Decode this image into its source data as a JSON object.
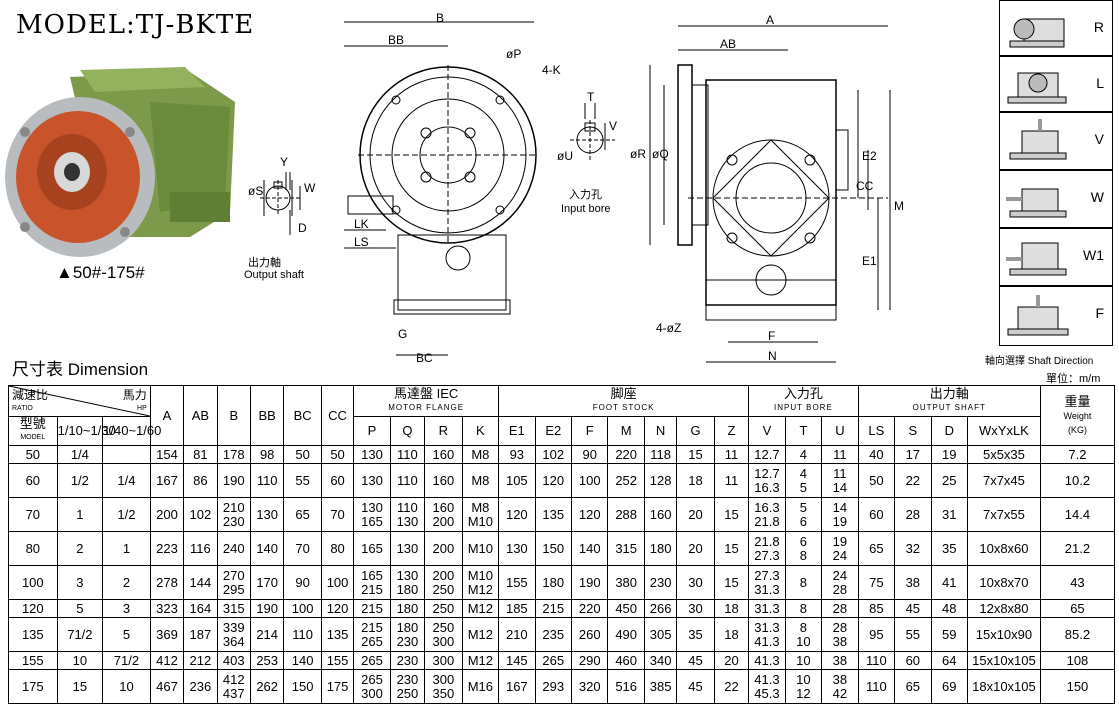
{
  "model_title": "MODEL:TJ-BKTE",
  "photo_caption": "▲50#-175#",
  "output_shaft": {
    "cn": "出力軸",
    "en": "Output shaft"
  },
  "input_bore": {
    "cn": "入力孔",
    "en": "Input bore"
  },
  "shaft_direction_caption": "軸向選擇  Shaft Direction",
  "directions": [
    "R",
    "L",
    "V",
    "W",
    "W1",
    "F"
  ],
  "dim_labels": [
    "B",
    "BB",
    "øP",
    "4-K",
    "ø",
    "LK",
    "LS",
    "G",
    "BC",
    "Y",
    "øS",
    "W",
    "D",
    "T",
    "V",
    "øU",
    "A",
    "AB",
    "øR",
    "øQ",
    "E2",
    "CC",
    "M",
    "E1",
    "F",
    "N",
    "4-øZ"
  ],
  "dimension_title": "尺寸表  Dimension",
  "unit": "單位：m/m",
  "table": {
    "ratio_cn": "減速比",
    "ratio_en": "RATIO",
    "hp_cn": "馬力",
    "hp_en": "HP",
    "model_cn": "型號",
    "model_en": "MODEL",
    "ratio_cols": [
      "1/10~1/30",
      "1/40~1/60"
    ],
    "simple_cols": [
      "A",
      "AB",
      "B",
      "BB",
      "BC",
      "CC"
    ],
    "motor_flange_cn": "馬達盤 IEC",
    "motor_flange_en": "MOTOR FLANGE",
    "motor_flange_cols": [
      "P",
      "Q",
      "R",
      "K"
    ],
    "foot_stock_cn": "脚座",
    "foot_stock_en": "FOOT STOCK",
    "foot_stock_cols": [
      "E1",
      "E2",
      "F",
      "M",
      "N",
      "G",
      "Z"
    ],
    "input_bore_cn": "入力孔",
    "input_bore_en": "INPUT BORE",
    "input_bore_cols": [
      "V",
      "T",
      "U"
    ],
    "output_shaft_cn": "出力軸",
    "output_shaft_en": "OUTPUT SHAFT",
    "output_shaft_cols": [
      "LS",
      "S",
      "D",
      "WxYxLK"
    ],
    "weight_cn": "重量",
    "weight_en": "Weight",
    "weight_unit": "(KG)",
    "rows": [
      {
        "model": "50",
        "hp1": "1/4",
        "hp2": "",
        "A": "154",
        "AB": "81",
        "B": [
          "178"
        ],
        "BB": "98",
        "BC": "50",
        "CC": "50",
        "P": [
          "130"
        ],
        "Q": [
          "110"
        ],
        "R": [
          "160"
        ],
        "K": [
          "M8"
        ],
        "E1": "93",
        "E2": "102",
        "F": "90",
        "M": "220",
        "N": "118",
        "G": "15",
        "Z": "11",
        "V": [
          "12.7"
        ],
        "T": [
          "4"
        ],
        "U": [
          "11"
        ],
        "LS": "40",
        "S": "17",
        "D": "19",
        "WYLK": "5x5x35",
        "kg": "7.2"
      },
      {
        "model": "60",
        "hp1": "1/2",
        "hp2": "1/4",
        "A": "167",
        "AB": "86",
        "B": [
          "190"
        ],
        "BB": "110",
        "BC": "55",
        "CC": "60",
        "P": [
          "130"
        ],
        "Q": [
          "110"
        ],
        "R": [
          "160"
        ],
        "K": [
          "M8"
        ],
        "E1": "105",
        "E2": "120",
        "F": "100",
        "M": "252",
        "N": "128",
        "G": "18",
        "Z": "11",
        "V": [
          "12.7",
          "16.3"
        ],
        "T": [
          "4",
          "5"
        ],
        "U": [
          "11",
          "14"
        ],
        "LS": "50",
        "S": "22",
        "D": "25",
        "WYLK": "7x7x45",
        "kg": "10.2"
      },
      {
        "model": "70",
        "hp1": "1",
        "hp2": "1/2",
        "A": "200",
        "AB": "102",
        "B": [
          "210",
          "230"
        ],
        "BB": "130",
        "BC": "65",
        "CC": "70",
        "P": [
          "130",
          "165"
        ],
        "Q": [
          "110",
          "130"
        ],
        "R": [
          "160",
          "200"
        ],
        "K": [
          "M8",
          "M10"
        ],
        "E1": "120",
        "E2": "135",
        "F": "120",
        "M": "288",
        "N": "160",
        "G": "20",
        "Z": "15",
        "V": [
          "16.3",
          "21.8"
        ],
        "T": [
          "5",
          "6"
        ],
        "U": [
          "14",
          "19"
        ],
        "LS": "60",
        "S": "28",
        "D": "31",
        "WYLK": "7x7x55",
        "kg": "14.4"
      },
      {
        "model": "80",
        "hp1": "2",
        "hp2": "1",
        "A": "223",
        "AB": "116",
        "B": [
          "240"
        ],
        "BB": "140",
        "BC": "70",
        "CC": "80",
        "P": [
          "165"
        ],
        "Q": [
          "130"
        ],
        "R": [
          "200"
        ],
        "K": [
          "M10"
        ],
        "E1": "130",
        "E2": "150",
        "F": "140",
        "M": "315",
        "N": "180",
        "G": "20",
        "Z": "15",
        "V": [
          "21.8",
          "27.3"
        ],
        "T": [
          "6",
          "8"
        ],
        "U": [
          "19",
          "24"
        ],
        "LS": "65",
        "S": "32",
        "D": "35",
        "WYLK": "10x8x60",
        "kg": "21.2"
      },
      {
        "model": "100",
        "hp1": "3",
        "hp2": "2",
        "A": "278",
        "AB": "144",
        "B": [
          "270",
          "295"
        ],
        "BB": "170",
        "BC": "90",
        "CC": "100",
        "P": [
          "165",
          "215"
        ],
        "Q": [
          "130",
          "180"
        ],
        "R": [
          "200",
          "250"
        ],
        "K": [
          "M10",
          "M12"
        ],
        "E1": "155",
        "E2": "180",
        "F": "190",
        "M": "380",
        "N": "230",
        "G": "30",
        "Z": "15",
        "V": [
          "27.3",
          "31.3"
        ],
        "T": [
          "8"
        ],
        "U": [
          "24",
          "28"
        ],
        "LS": "75",
        "S": "38",
        "D": "41",
        "WYLK": "10x8x70",
        "kg": "43"
      },
      {
        "model": "120",
        "hp1": "5",
        "hp2": "3",
        "A": "323",
        "AB": "164",
        "B": [
          "315"
        ],
        "BB": "190",
        "BC": "100",
        "CC": "120",
        "P": [
          "215"
        ],
        "Q": [
          "180"
        ],
        "R": [
          "250"
        ],
        "K": [
          "M12"
        ],
        "E1": "185",
        "E2": "215",
        "F": "220",
        "M": "450",
        "N": "266",
        "G": "30",
        "Z": "18",
        "V": [
          "31.3"
        ],
        "T": [
          "8"
        ],
        "U": [
          "28"
        ],
        "LS": "85",
        "S": "45",
        "D": "48",
        "WYLK": "12x8x80",
        "kg": "65"
      },
      {
        "model": "135",
        "hp1": "71/2",
        "hp2": "5",
        "A": "369",
        "AB": "187",
        "B": [
          "339",
          "364"
        ],
        "BB": "214",
        "BC": "110",
        "CC": "135",
        "P": [
          "215",
          "265"
        ],
        "Q": [
          "180",
          "230"
        ],
        "R": [
          "250",
          "300"
        ],
        "K": [
          "M12"
        ],
        "E1": "210",
        "E2": "235",
        "F": "260",
        "M": "490",
        "N": "305",
        "G": "35",
        "Z": "18",
        "V": [
          "31.3",
          "41.3"
        ],
        "T": [
          "8",
          "10"
        ],
        "U": [
          "28",
          "38"
        ],
        "LS": "95",
        "S": "55",
        "D": "59",
        "WYLK": "15x10x90",
        "kg": "85.2"
      },
      {
        "model": "155",
        "hp1": "10",
        "hp2": "71/2",
        "A": "412",
        "AB": "212",
        "B": [
          "403"
        ],
        "BB": "253",
        "BC": "140",
        "CC": "155",
        "P": [
          "265"
        ],
        "Q": [
          "230"
        ],
        "R": [
          "300"
        ],
        "K": [
          "M12"
        ],
        "E1": "145",
        "E2": "265",
        "F": "290",
        "M": "460",
        "N": "340",
        "G": "45",
        "Z": "20",
        "V": [
          "41.3"
        ],
        "T": [
          "10"
        ],
        "U": [
          "38"
        ],
        "LS": "110",
        "S": "60",
        "D": "64",
        "WYLK": "15x10x105",
        "kg": "108"
      },
      {
        "model": "175",
        "hp1": "15",
        "hp2": "10",
        "A": "467",
        "AB": "236",
        "B": [
          "412",
          "437"
        ],
        "BB": "262",
        "BC": "150",
        "CC": "175",
        "P": [
          "265",
          "300"
        ],
        "Q": [
          "230",
          "250"
        ],
        "R": [
          "300",
          "350"
        ],
        "K": [
          "M16"
        ],
        "E1": "167",
        "E2": "293",
        "F": "320",
        "M": "516",
        "N": "385",
        "G": "45",
        "Z": "22",
        "V": [
          "41.3",
          "45.3"
        ],
        "T": [
          "10",
          "12"
        ],
        "U": [
          "38",
          "42"
        ],
        "LS": "110",
        "S": "65",
        "D": "69",
        "WYLK": "18x10x105",
        "kg": "150"
      }
    ]
  }
}
